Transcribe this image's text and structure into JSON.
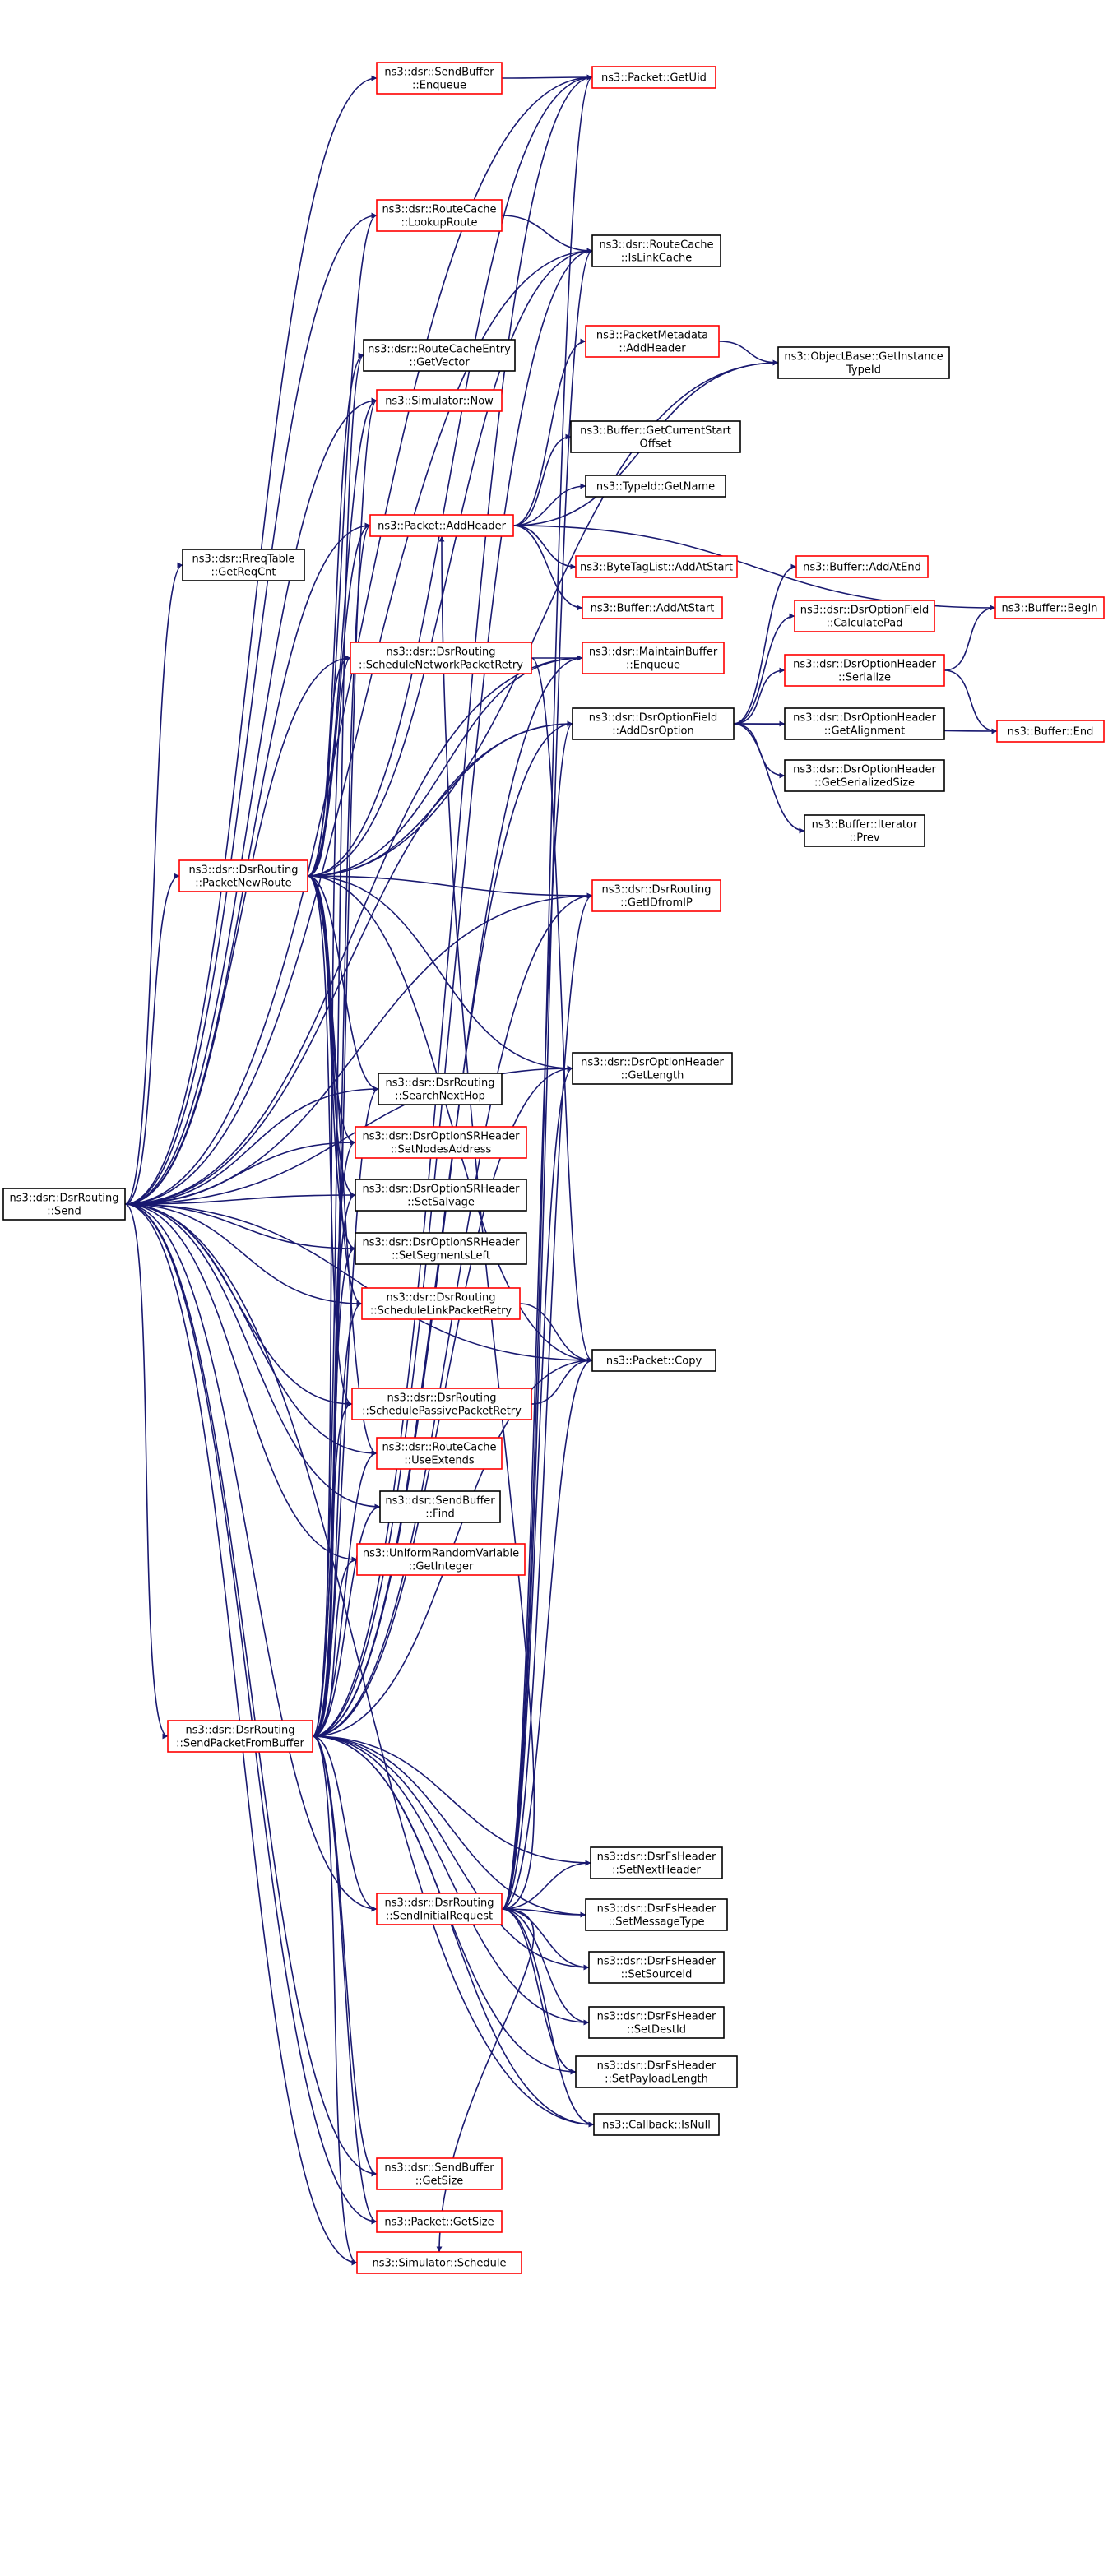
{
  "graph": {
    "colors": {
      "edge": "#191970",
      "root_fill": "#bfbfbf",
      "border_default": "#000000",
      "border_link": "#ff0000",
      "background": "#ffffff"
    },
    "nodes": [
      {
        "id": "send",
        "lines": [
          "ns3::dsr::DsrRouting",
          "::Send"
        ],
        "root": true,
        "border": "#000000"
      },
      {
        "id": "sb_enqueue",
        "lines": [
          "ns3::dsr::SendBuffer",
          "::Enqueue"
        ],
        "border": "#ff0000"
      },
      {
        "id": "getuid",
        "lines": [
          "ns3::Packet::GetUid"
        ],
        "border": "#ff0000"
      },
      {
        "id": "lookuproute",
        "lines": [
          "ns3::dsr::RouteCache",
          "::LookupRoute"
        ],
        "border": "#ff0000"
      },
      {
        "id": "islinkcache",
        "lines": [
          "ns3::dsr::RouteCache",
          "::IsLinkCache"
        ],
        "border": "#000000"
      },
      {
        "id": "getvector",
        "lines": [
          "ns3::dsr::RouteCacheEntry",
          "::GetVector"
        ],
        "border": "#000000"
      },
      {
        "id": "pm_addheader",
        "lines": [
          "ns3::PacketMetadata",
          "::AddHeader"
        ],
        "border": "#ff0000"
      },
      {
        "id": "gettypeid",
        "lines": [
          "ns3::ObjectBase::GetInstance",
          "TypeId"
        ],
        "border": "#000000"
      },
      {
        "id": "now",
        "lines": [
          "ns3::Simulator::Now"
        ],
        "border": "#ff0000"
      },
      {
        "id": "currstart",
        "lines": [
          "ns3::Buffer::GetCurrentStart",
          "Offset"
        ],
        "border": "#000000"
      },
      {
        "id": "getname",
        "lines": [
          "ns3::TypeId::GetName"
        ],
        "border": "#000000"
      },
      {
        "id": "addheader",
        "lines": [
          "ns3::Packet::AddHeader"
        ],
        "border": "#ff0000"
      },
      {
        "id": "getreqcnt",
        "lines": [
          "ns3::dsr::RreqTable",
          "::GetReqCnt"
        ],
        "border": "#000000"
      },
      {
        "id": "btl_addatstart",
        "lines": [
          "ns3::ByteTagList::AddAtStart"
        ],
        "border": "#ff0000"
      },
      {
        "id": "addatend",
        "lines": [
          "ns3::Buffer::AddAtEnd"
        ],
        "border": "#ff0000"
      },
      {
        "id": "buf_addatstart",
        "lines": [
          "ns3::Buffer::AddAtStart"
        ],
        "border": "#ff0000"
      },
      {
        "id": "begin",
        "lines": [
          "ns3::Buffer::Begin"
        ],
        "border": "#ff0000"
      },
      {
        "id": "calcpad",
        "lines": [
          "ns3::dsr::DsrOptionField",
          "::CalculatePad"
        ],
        "border": "#ff0000"
      },
      {
        "id": "schednet",
        "lines": [
          "ns3::dsr::DsrRouting",
          "::ScheduleNetworkPacketRetry"
        ],
        "border": "#ff0000"
      },
      {
        "id": "mb_enqueue",
        "lines": [
          "ns3::dsr::MaintainBuffer",
          "::Enqueue"
        ],
        "border": "#ff0000"
      },
      {
        "id": "serialize",
        "lines": [
          "ns3::dsr::DsrOptionHeader",
          "::Serialize"
        ],
        "border": "#ff0000"
      },
      {
        "id": "adddsroption",
        "lines": [
          "ns3::dsr::DsrOptionField",
          "::AddDsrOption"
        ],
        "border": "#000000"
      },
      {
        "id": "getalignment",
        "lines": [
          "ns3::dsr::DsrOptionHeader",
          "::GetAlignment"
        ],
        "border": "#000000"
      },
      {
        "id": "end",
        "lines": [
          "ns3::Buffer::End"
        ],
        "border": "#ff0000"
      },
      {
        "id": "getsersize",
        "lines": [
          "ns3::dsr::DsrOptionHeader",
          "::GetSerializedSize"
        ],
        "border": "#000000"
      },
      {
        "id": "prev",
        "lines": [
          "ns3::Buffer::Iterator",
          "::Prev"
        ],
        "border": "#000000"
      },
      {
        "id": "packetnewroute",
        "lines": [
          "ns3::dsr::DsrRouting",
          "::PacketNewRoute"
        ],
        "border": "#ff0000"
      },
      {
        "id": "getidfromip",
        "lines": [
          "ns3::dsr::DsrRouting",
          "::GetIDfromIP"
        ],
        "border": "#ff0000"
      },
      {
        "id": "oh_getlength",
        "lines": [
          "ns3::dsr::DsrOptionHeader",
          "::GetLength"
        ],
        "border": "#000000"
      },
      {
        "id": "searchnexthop",
        "lines": [
          "ns3::dsr::DsrRouting",
          "::SearchNextHop"
        ],
        "border": "#000000"
      },
      {
        "id": "setnodesaddr",
        "lines": [
          "ns3::dsr::DsrOptionSRHeader",
          "::SetNodesAddress"
        ],
        "border": "#ff0000"
      },
      {
        "id": "setsalvage",
        "lines": [
          "ns3::dsr::DsrOptionSRHeader",
          "::SetSalvage"
        ],
        "border": "#000000"
      },
      {
        "id": "setsegleft",
        "lines": [
          "ns3::dsr::DsrOptionSRHeader",
          "::SetSegmentsLeft"
        ],
        "border": "#000000"
      },
      {
        "id": "schedlink",
        "lines": [
          "ns3::dsr::DsrRouting",
          "::ScheduleLinkPacketRetry"
        ],
        "border": "#ff0000"
      },
      {
        "id": "copy",
        "lines": [
          "ns3::Packet::Copy"
        ],
        "border": "#000000"
      },
      {
        "id": "schedpassive",
        "lines": [
          "ns3::dsr::DsrRouting",
          "::SchedulePassivePacketRetry"
        ],
        "border": "#ff0000"
      },
      {
        "id": "useextends",
        "lines": [
          "ns3::dsr::RouteCache",
          "::UseExtends"
        ],
        "border": "#ff0000"
      },
      {
        "id": "find",
        "lines": [
          "ns3::dsr::SendBuffer",
          "::Find"
        ],
        "border": "#000000"
      },
      {
        "id": "getinteger",
        "lines": [
          "ns3::UniformRandomVariable",
          "::GetInteger"
        ],
        "border": "#ff0000"
      },
      {
        "id": "sendfrombuf",
        "lines": [
          "ns3::dsr::DsrRouting",
          "::SendPacketFromBuffer"
        ],
        "border": "#ff0000"
      },
      {
        "id": "setnexthdr",
        "lines": [
          "ns3::dsr::DsrFsHeader",
          "::SetNextHeader"
        ],
        "border": "#000000"
      },
      {
        "id": "sendinitreq",
        "lines": [
          "ns3::dsr::DsrRouting",
          "::SendInitialRequest"
        ],
        "border": "#ff0000"
      },
      {
        "id": "setmsgtype",
        "lines": [
          "ns3::dsr::DsrFsHeader",
          "::SetMessageType"
        ],
        "border": "#000000"
      },
      {
        "id": "setsrcid",
        "lines": [
          "ns3::dsr::DsrFsHeader",
          "::SetSourceId"
        ],
        "border": "#000000"
      },
      {
        "id": "setdestid",
        "lines": [
          "ns3::dsr::DsrFsHeader",
          "::SetDestId"
        ],
        "border": "#000000"
      },
      {
        "id": "setpayload",
        "lines": [
          "ns3::dsr::DsrFsHeader",
          "::SetPayloadLength"
        ],
        "border": "#000000"
      },
      {
        "id": "isnull",
        "lines": [
          "ns3::Callback::IsNull"
        ],
        "border": "#000000"
      },
      {
        "id": "sb_getsize",
        "lines": [
          "ns3::dsr::SendBuffer",
          "::GetSize"
        ],
        "border": "#ff0000"
      },
      {
        "id": "p_getsize",
        "lines": [
          "ns3::Packet::GetSize"
        ],
        "border": "#ff0000"
      },
      {
        "id": "schedule",
        "lines": [
          "ns3::Simulator::Schedule"
        ],
        "border": "#ff0000"
      }
    ],
    "edges": [
      [
        "send",
        "sb_enqueue"
      ],
      [
        "send",
        "getuid"
      ],
      [
        "send",
        "islinkcache"
      ],
      [
        "send",
        "getreqcnt"
      ],
      [
        "send",
        "packetnewroute"
      ],
      [
        "send",
        "schednet"
      ],
      [
        "send",
        "mb_enqueue"
      ],
      [
        "send",
        "adddsroption"
      ],
      [
        "send",
        "getidfromip"
      ],
      [
        "send",
        "oh_getlength"
      ],
      [
        "send",
        "searchnexthop"
      ],
      [
        "send",
        "setnodesaddr"
      ],
      [
        "send",
        "setsalvage"
      ],
      [
        "send",
        "setsegleft"
      ],
      [
        "send",
        "schedlink"
      ],
      [
        "send",
        "copy"
      ],
      [
        "send",
        "schedpassive"
      ],
      [
        "send",
        "useextends"
      ],
      [
        "send",
        "find"
      ],
      [
        "send",
        "getinteger"
      ],
      [
        "send",
        "sendfrombuf"
      ],
      [
        "send",
        "sendinitreq"
      ],
      [
        "send",
        "sb_getsize"
      ],
      [
        "send",
        "p_getsize"
      ],
      [
        "send",
        "schedule"
      ],
      [
        "send",
        "isnull"
      ],
      [
        "send",
        "lookuproute"
      ],
      [
        "send",
        "now"
      ],
      [
        "send",
        "addheader"
      ],
      [
        "sb_enqueue",
        "getuid"
      ],
      [
        "lookuproute",
        "islinkcache"
      ],
      [
        "pm_addheader",
        "gettypeid"
      ],
      [
        "addheader",
        "pm_addheader"
      ],
      [
        "addheader",
        "gettypeid"
      ],
      [
        "addheader",
        "currstart"
      ],
      [
        "addheader",
        "getname"
      ],
      [
        "addheader",
        "btl_addatstart"
      ],
      [
        "addheader",
        "buf_addatstart"
      ],
      [
        "addheader",
        "begin"
      ],
      [
        "schednet",
        "mb_enqueue"
      ],
      [
        "schednet",
        "copy"
      ],
      [
        "adddsroption",
        "addatend"
      ],
      [
        "adddsroption",
        "calcpad"
      ],
      [
        "adddsroption",
        "serialize"
      ],
      [
        "adddsroption",
        "getalignment"
      ],
      [
        "adddsroption",
        "getsersize"
      ],
      [
        "adddsroption",
        "prev"
      ],
      [
        "adddsroption",
        "end"
      ],
      [
        "serialize",
        "begin"
      ],
      [
        "serialize",
        "end"
      ],
      [
        "packetnewroute",
        "getuid"
      ],
      [
        "packetnewroute",
        "islinkcache"
      ],
      [
        "packetnewroute",
        "getvector"
      ],
      [
        "packetnewroute",
        "now"
      ],
      [
        "packetnewroute",
        "addheader"
      ],
      [
        "packetnewroute",
        "schednet"
      ],
      [
        "packetnewroute",
        "mb_enqueue"
      ],
      [
        "packetnewroute",
        "adddsroption"
      ],
      [
        "packetnewroute",
        "getidfromip"
      ],
      [
        "packetnewroute",
        "oh_getlength"
      ],
      [
        "packetnewroute",
        "searchnexthop"
      ],
      [
        "packetnewroute",
        "setnodesaddr"
      ],
      [
        "packetnewroute",
        "setsalvage"
      ],
      [
        "packetnewroute",
        "setsegleft"
      ],
      [
        "packetnewroute",
        "schedlink"
      ],
      [
        "packetnewroute",
        "copy"
      ],
      [
        "packetnewroute",
        "schedpassive"
      ],
      [
        "packetnewroute",
        "useextends"
      ],
      [
        "packetnewroute",
        "lookuproute"
      ],
      [
        "packetnewroute",
        "gettypeid"
      ],
      [
        "schedlink",
        "copy"
      ],
      [
        "schedpassive",
        "copy"
      ],
      [
        "sendfrombuf",
        "islinkcache"
      ],
      [
        "sendfrombuf",
        "getvector"
      ],
      [
        "sendfrombuf",
        "now"
      ],
      [
        "sendfrombuf",
        "addheader"
      ],
      [
        "sendfrombuf",
        "schednet"
      ],
      [
        "sendfrombuf",
        "mb_enqueue"
      ],
      [
        "sendfrombuf",
        "adddsroption"
      ],
      [
        "sendfrombuf",
        "getidfromip"
      ],
      [
        "sendfrombuf",
        "oh_getlength"
      ],
      [
        "sendfrombuf",
        "searchnexthop"
      ],
      [
        "sendfrombuf",
        "setnodesaddr"
      ],
      [
        "sendfrombuf",
        "setsalvage"
      ],
      [
        "sendfrombuf",
        "setsegleft"
      ],
      [
        "sendfrombuf",
        "schedlink"
      ],
      [
        "sendfrombuf",
        "copy"
      ],
      [
        "sendfrombuf",
        "schedpassive"
      ],
      [
        "sendfrombuf",
        "useextends"
      ],
      [
        "sendfrombuf",
        "find"
      ],
      [
        "sendfrombuf",
        "getinteger"
      ],
      [
        "sendfrombuf",
        "setnexthdr"
      ],
      [
        "sendfrombuf",
        "setmsgtype"
      ],
      [
        "sendfrombuf",
        "setsrcid"
      ],
      [
        "sendfrombuf",
        "setdestid"
      ],
      [
        "sendfrombuf",
        "setpayload"
      ],
      [
        "sendfrombuf",
        "isnull"
      ],
      [
        "sendfrombuf",
        "sb_getsize"
      ],
      [
        "sendfrombuf",
        "p_getsize"
      ],
      [
        "sendfrombuf",
        "schedule"
      ],
      [
        "sendfrombuf",
        "sendinitreq"
      ],
      [
        "sendfrombuf",
        "getuid"
      ],
      [
        "sendinitreq",
        "addheader"
      ],
      [
        "sendinitreq",
        "adddsroption"
      ],
      [
        "sendinitreq",
        "getidfromip"
      ],
      [
        "sendinitreq",
        "oh_getlength"
      ],
      [
        "sendinitreq",
        "copy"
      ],
      [
        "sendinitreq",
        "setnexthdr"
      ],
      [
        "sendinitreq",
        "setmsgtype"
      ],
      [
        "sendinitreq",
        "setsrcid"
      ],
      [
        "sendinitreq",
        "setdestid"
      ],
      [
        "sendinitreq",
        "setpayload"
      ],
      [
        "sendinitreq",
        "isnull"
      ],
      [
        "sendinitreq",
        "getuid"
      ],
      [
        "sendinitreq",
        "islinkcache"
      ],
      [
        "sendinitreq",
        "schedule"
      ]
    ]
  }
}
